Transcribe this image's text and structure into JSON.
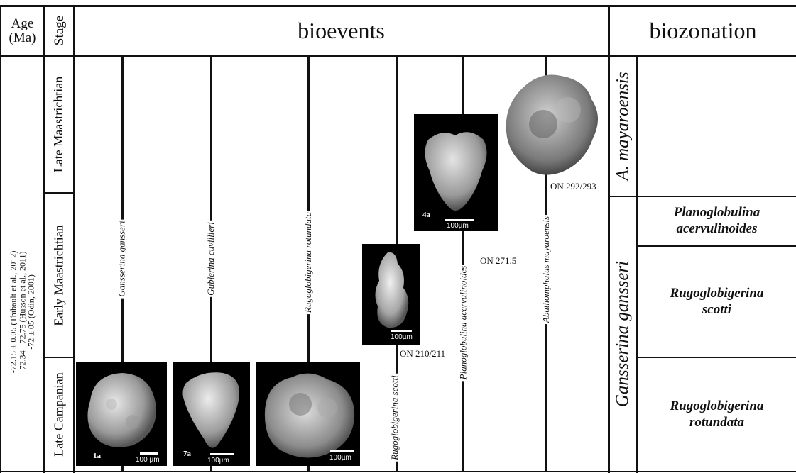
{
  "header": {
    "age_label": "Age (Ma)",
    "stage_label": "Stage",
    "bioevents_label": "bioevents",
    "biozonation_label": "biozonation"
  },
  "stages": {
    "late_maastrichtian": "Late Maastrichtian",
    "early_maastrichtian": "Early Maastrichtian",
    "late_campanian": "Late Campanian"
  },
  "age_note": {
    "line1": "-72.15 ± 0.05 (Thibault et al., 2012)",
    "line2": "-72.34 - 72.75 (Husson et al., 2011)",
    "line3": "-72 ± 05 (Odin, 2001)"
  },
  "bioevents": [
    {
      "species": "Gansserina gansseri",
      "photo_label": "1a",
      "scale": "100 µm"
    },
    {
      "species": "Gublerina cuvillieri",
      "photo_label": "7a",
      "scale": "100µm"
    },
    {
      "species": "Rugoglobigerina rotundata",
      "photo_label": "",
      "scale": "100µm"
    },
    {
      "species": "Rugoglobigerina scotti",
      "photo_label": "",
      "scale": "100µm",
      "datum": "ON 210/211"
    },
    {
      "species": "Planoglobulina  acervulinoides",
      "photo_label": "4a",
      "scale": "100µm",
      "datum": "ON 271.5"
    },
    {
      "species": "Abathomphalus mayaroensis",
      "photo_label": "",
      "scale": "",
      "datum": "ON 292/293"
    }
  ],
  "biozonation": {
    "zone_a": "A. mayaroensis",
    "zone_g": "Gansserina gansseri",
    "subzones": [
      "Planoglobulina acervulinoides",
      "Rugoglobigerina scotti",
      "Rugoglobigerina rotundata"
    ]
  },
  "colors": {
    "lines": "#111111",
    "background": "#ffffff",
    "photo_bg": "#000000"
  }
}
